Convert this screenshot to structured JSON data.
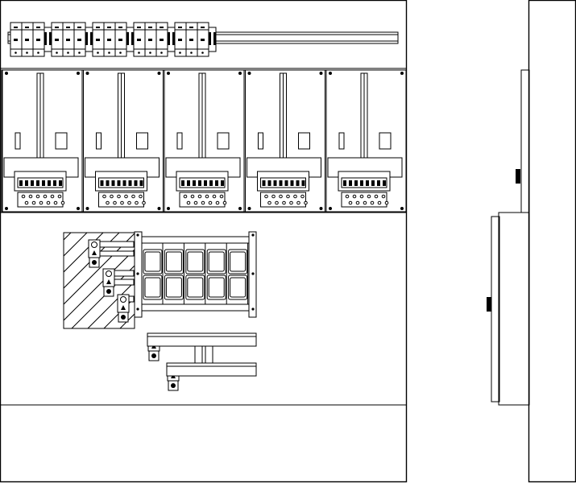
{
  "drawing": {
    "type": "electrical-cabinet-layout",
    "views": [
      "front-view",
      "side-view"
    ],
    "front_view": {
      "sections": [
        "top-breaker-rail",
        "meter-row",
        "busbar-section",
        "bottom-blank-panel"
      ],
      "circuit_breaker_groups": 5,
      "meter_modules": 5,
      "fuse_grid": {
        "rows": 2,
        "columns": 5
      },
      "busbar_supports": 5
    },
    "side_view": {
      "handles": 2
    }
  }
}
